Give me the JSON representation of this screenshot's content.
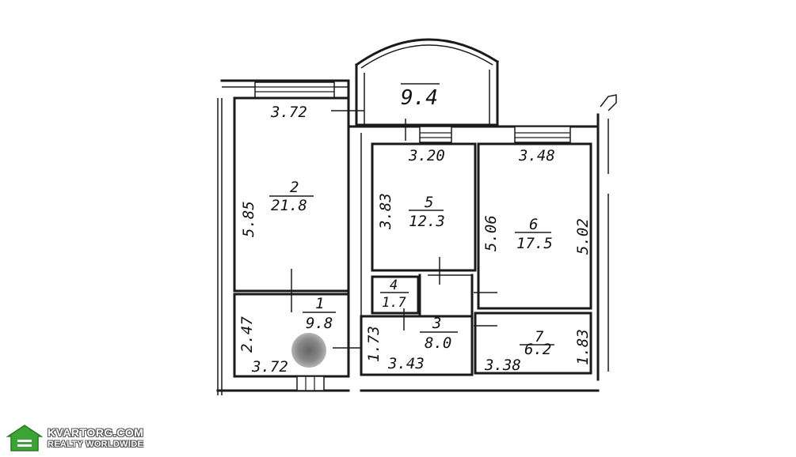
{
  "plan": {
    "balcony": {
      "area": "9.4"
    },
    "rooms": [
      {
        "id": "2",
        "area": "21.8"
      },
      {
        "id": "5",
        "area": "12.3"
      },
      {
        "id": "6",
        "area": "17.5"
      },
      {
        "id": "4",
        "area": "1.7"
      },
      {
        "id": "1",
        "area": "9.8"
      },
      {
        "id": "3",
        "area": "8.0"
      },
      {
        "id": "7",
        "area": "6.2"
      }
    ],
    "dimensions": {
      "room2_width": "3.72",
      "room2_height": "5.85",
      "room5_width": "3.20",
      "room5_height": "3.83",
      "room6_width": "3.48",
      "room6_left_height": "5.06",
      "room6_right_height": "5.02",
      "hall_width": "3.72",
      "hall_height": "2.47",
      "corridor_width": "3.43",
      "corridor_height": "1.73",
      "room7_width": "3.38",
      "room7_height": "1.83"
    }
  },
  "watermark": {
    "name": "KVARTORG.COM",
    "tagline": "REALTY WORLDWIDE"
  }
}
